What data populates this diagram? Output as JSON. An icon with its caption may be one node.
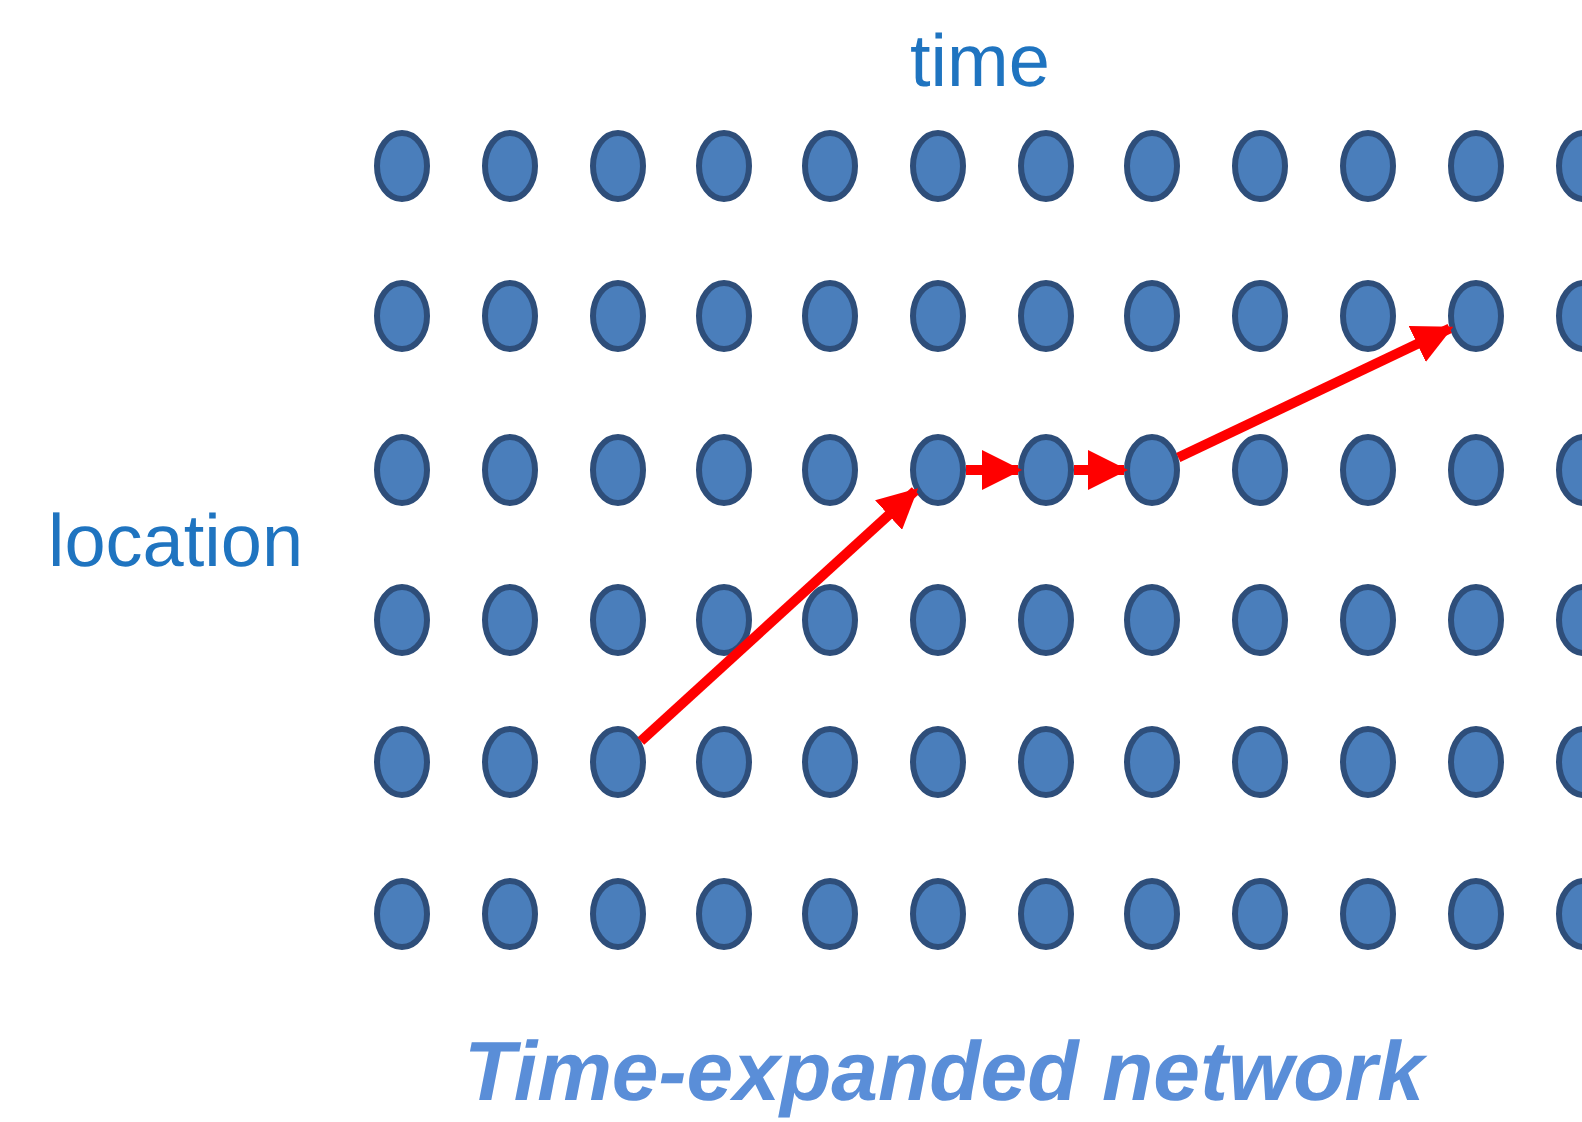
{
  "diagram": {
    "caption": "Time-expanded network",
    "nodes": [
      {
        "text": [],
        "shape": "circle"
      },
      {
        "text": [],
        "shape": "circle"
      },
      {
        "text": [],
        "shape": "circle"
      },
      {
        "text": [],
        "shape": "circle"
      },
      {
        "text": [],
        "shape": "circle"
      },
      {
        "text": [],
        "shape": "circle"
      },
      {
        "text": [],
        "shape": "circle"
      },
      {
        "text": [],
        "shape": "circle"
      },
      {
        "text": [],
        "shape": "circle"
      },
      {
        "text": [],
        "shape": "circle"
      },
      {
        "text": [],
        "shape": "circle"
      },
      {
        "text": [],
        "shape": "circle"
      },
      {
        "text": [],
        "shape": "circle"
      },
      {
        "text": [],
        "shape": "circle"
      },
      {
        "text": [],
        "shape": "circle"
      },
      {
        "text": [],
        "shape": "circle"
      },
      {
        "text": [],
        "shape": "circle"
      },
      {
        "text": [],
        "shape": "circle"
      },
      {
        "text": [],
        "shape": "circle"
      },
      {
        "text": [],
        "shape": "circle"
      },
      {
        "text": [],
        "shape": "circle"
      },
      {
        "text": [],
        "shape": "circle"
      },
      {
        "text": [],
        "shape": "circle"
      },
      {
        "text": [],
        "shape": "circle"
      },
      {
        "text": [],
        "shape": "circle"
      },
      {
        "text": [],
        "shape": "circle"
      },
      {
        "text": [],
        "shape": "circle"
      },
      {
        "text": [],
        "shape": "circle"
      },
      {
        "text": [],
        "shape": "circle"
      },
      {
        "text": [],
        "shape": "circle"
      },
      {
        "text": [],
        "shape": "circle"
      },
      {
        "text": [],
        "shape": "circle"
      },
      {
        "text": [],
        "shape": "circle"
      },
      {
        "text": [],
        "shape": "circle"
      },
      {
        "text": [],
        "shape": "circle"
      },
      {
        "text": [],
        "shape": "circle"
      },
      {
        "text": [],
        "shape": "circle"
      },
      {
        "text": [],
        "shape": "circle"
      },
      {
        "text": [],
        "shape": "circle"
      },
      {
        "text": [],
        "shape": "circle"
      },
      {
        "text": [],
        "shape": "circle"
      },
      {
        "text": [],
        "shape": "circle"
      },
      {
        "text": [],
        "shape": "circle"
      },
      {
        "text": [],
        "shape": "circle"
      },
      {
        "text": [],
        "shape": "circle"
      },
      {
        "text": [],
        "shape": "circle"
      },
      {
        "text": [],
        "shape": "circle"
      },
      {
        "text": [],
        "shape": "circle"
      },
      {
        "text": [],
        "shape": "circle"
      },
      {
        "text": [],
        "shape": "circle"
      },
      {
        "text": [],
        "shape": "circle"
      },
      {
        "text": [],
        "shape": "circle"
      },
      {
        "text": [],
        "shape": "circle"
      },
      {
        "text": [],
        "shape": "circle"
      },
      {
        "text": [],
        "shape": "circle"
      },
      {
        "text": [],
        "shape": "circle"
      },
      {
        "text": [],
        "shape": "circle"
      },
      {
        "text": [],
        "shape": "circle"
      },
      {
        "text": [],
        "shape": "circle"
      },
      {
        "text": [],
        "shape": "circle"
      },
      {
        "text": [],
        "shape": "circle"
      },
      {
        "text": [],
        "shape": "circle"
      },
      {
        "text": [],
        "shape": "circle"
      },
      {
        "text": [],
        "shape": "circle"
      },
      {
        "text": [],
        "shape": "circle"
      },
      {
        "text": [],
        "shape": "circle"
      },
      {
        "text": [],
        "shape": "circle"
      },
      {
        "text": [],
        "shape": "circle"
      },
      {
        "text": [],
        "shape": "circle"
      },
      {
        "text": [],
        "shape": "circle"
      },
      {
        "text": [],
        "shape": "circle"
      },
      {
        "text": [],
        "shape": "circle"
      }
    ],
    "edges": [
      {
        "from": 50,
        "to": 29,
        "arrow": "to"
      },
      {
        "from": 29,
        "to": 30,
        "arrow": "to"
      },
      {
        "from": 30,
        "to": 31,
        "arrow": "to"
      },
      {
        "from": 31,
        "to": 22,
        "arrow": "to"
      }
    ],
    "labels": [
      "time",
      "location"
    ]
  }
}
